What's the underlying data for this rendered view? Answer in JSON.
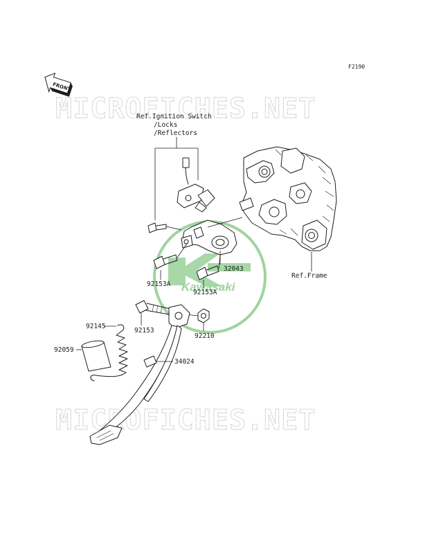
{
  "figure_code": "F2190",
  "front_label": "FRONT",
  "watermark": {
    "text": "MICROFICHES.NET",
    "brand": "Kawasaki",
    "brand_color": "#8fce8f"
  },
  "reference_note": {
    "line1": "Ref.Ignition Switch",
    "line2": "/Locks",
    "line3": "/Reflectors"
  },
  "ref_frame": "Ref.Frame",
  "parts": {
    "bracket": "32043",
    "bolt_upper": "92153A",
    "bolt_lower": "92153A",
    "bolt": "92153",
    "nut": "92210",
    "spring": "92145",
    "sleeve": "92059",
    "side_stand": "34024"
  },
  "colors": {
    "line": "#1c1c1c",
    "watermark": "#c4c4c4",
    "kawasaki_green": "#8fce8f"
  }
}
